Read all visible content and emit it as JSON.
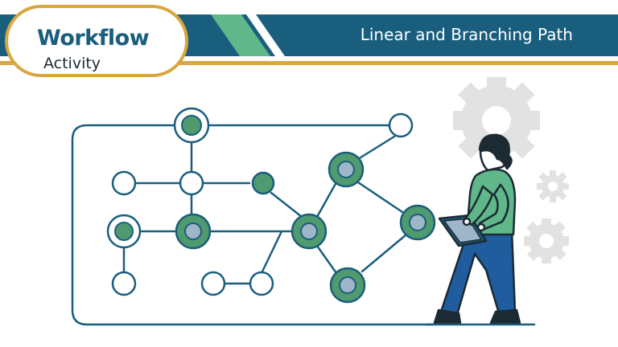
{
  "header": {
    "title": "Workflow",
    "title_sub": "Activity",
    "subtitle": "Linear and Branching Path"
  },
  "colors": {
    "navy": "#1a5e7e",
    "gold": "#d9a640",
    "green": "#4f9a6e",
    "light_green": "#5fb78a",
    "node_fill": "#9fb6c9",
    "ink": "#1c2a33",
    "gear_grey": "#dddddd"
  },
  "diagram": {
    "type": "workflow-graph",
    "nodes": [
      {
        "id": "n1",
        "style": "green-ringed"
      },
      {
        "id": "n2",
        "style": "empty"
      },
      {
        "id": "n3",
        "style": "empty"
      },
      {
        "id": "n4",
        "style": "empty"
      },
      {
        "id": "n5",
        "style": "green"
      },
      {
        "id": "n6",
        "style": "ringed-green"
      },
      {
        "id": "n7",
        "style": "green-blue"
      },
      {
        "id": "n8",
        "style": "empty"
      },
      {
        "id": "n9",
        "style": "empty"
      },
      {
        "id": "n10",
        "style": "empty"
      },
      {
        "id": "n11",
        "style": "green-blue"
      },
      {
        "id": "n12",
        "style": "green-blue"
      },
      {
        "id": "n13",
        "style": "green-blue"
      },
      {
        "id": "n14",
        "style": "green-blue"
      },
      {
        "id": "n15",
        "style": "empty"
      }
    ]
  },
  "illustration": {
    "figure": "person-holding-tablet",
    "gears": [
      "gear-icon-large",
      "gear-icon-medium",
      "gear-icon-small"
    ]
  }
}
